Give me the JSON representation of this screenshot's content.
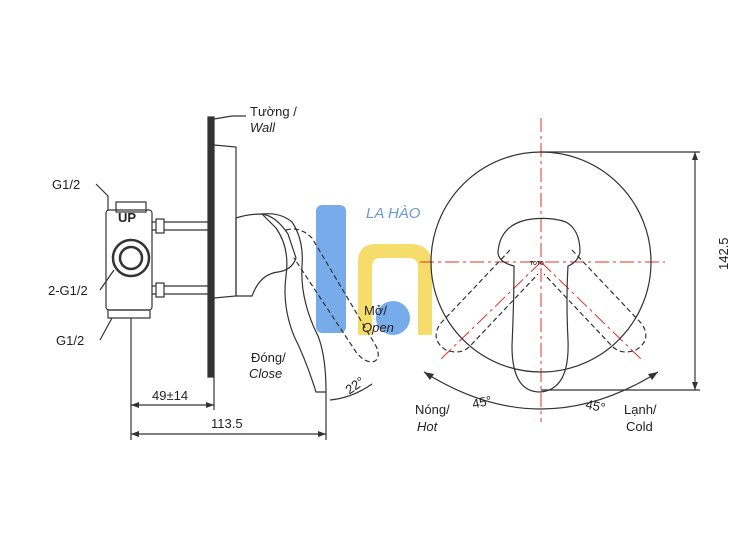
{
  "labels": {
    "wall_vi": "Tường /",
    "wall_en": "Wall",
    "g12_top": "G1/2",
    "g12_mid": "2-G1/2",
    "g12_bot": "G1/2",
    "up_mark": "UP",
    "close_vi": "Đóng/",
    "close_en": "Close",
    "open_vi": "Mở/",
    "open_en": "Open",
    "hot_vi": "Nóng/",
    "hot_en": "Hot",
    "cold_vi": "Lạnh/",
    "cold_en": "Cold",
    "brand_mark": "TOTO"
  },
  "dimensions": {
    "depth": "49±14",
    "total_width": "113.5",
    "diameter": "142.5",
    "angle_close": "22°",
    "angle_hot": "45°",
    "angle_cold": "45°"
  },
  "watermark": {
    "text": "LA HÀO",
    "colors": {
      "blue": "#4a90e2",
      "yellow": "#f2d13a",
      "text": "#3a78c8"
    }
  },
  "colors": {
    "line": "#333333",
    "centerline": "#e0302a"
  }
}
